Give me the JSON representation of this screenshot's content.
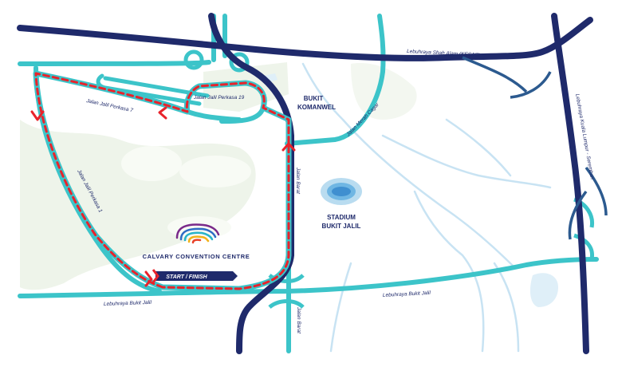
{
  "map": {
    "labels": {
      "kesas": "Lebuhraya Shah Alam (KESAS)",
      "kl_seremban": "Lebuhraya Kuala Lumpur - Seremban",
      "jalil_perkasa_19": "Jalan Jalil Perkasa 19",
      "jalil_perkasa_7": "Jalan Jalil Perkasa 7",
      "jalil_perkasa_1": "Jalan Jalil Perkasa 1",
      "jalan_merah_cagar": "Jalan Merah Cagar",
      "jalan_barat_north": "Jalan Barat",
      "jalan_barat_south": "Jalan Barat",
      "bukit_jalil_west": "Lebuhraya Bukit Jalil",
      "bukit_jalil_east": "Lebuhraya Bukit Jalil"
    },
    "landmarks": {
      "bukit_komanwel_line1": "BUKIT",
      "bukit_komanwel_line2": "KOMANWEL",
      "stadium_line1": "STADIUM",
      "stadium_line2": "BUKIT JALIL",
      "venue": "CALVARY CONVENTION CENTRE"
    },
    "start_finish": "START / FINISH",
    "colors": {
      "expressway": "#1f2a6b",
      "main_road": "#3cc4c9",
      "route": "#e8232b",
      "park": "#eef4ea",
      "water": "#dfeff8",
      "stream": "#c8e3f3"
    }
  }
}
